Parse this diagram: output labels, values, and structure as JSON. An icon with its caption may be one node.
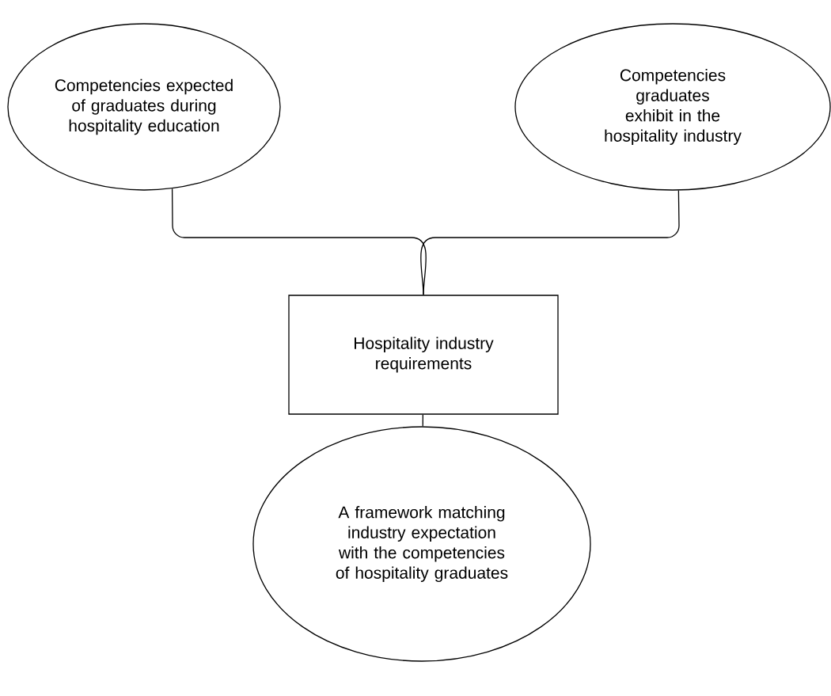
{
  "diagram": {
    "nodes": [
      {
        "text": [
          "Competencies expected of graduates during hospitality education"
        ]
      },
      {
        "text": [
          "Competencies graduates exhibit in the hospitality industry"
        ]
      },
      {
        "text": [
          "Hospitality industry requirements"
        ]
      },
      {
        "text": [
          "A framework matching industry expectation with the competencies of hospitality graduates"
        ]
      }
    ],
    "edges": [
      {
        "from": 0,
        "to": 2,
        "arrow": "none"
      },
      {
        "from": 1,
        "to": 2,
        "arrow": "none"
      },
      {
        "from": 2,
        "to": 3,
        "arrow": "none"
      }
    ]
  }
}
